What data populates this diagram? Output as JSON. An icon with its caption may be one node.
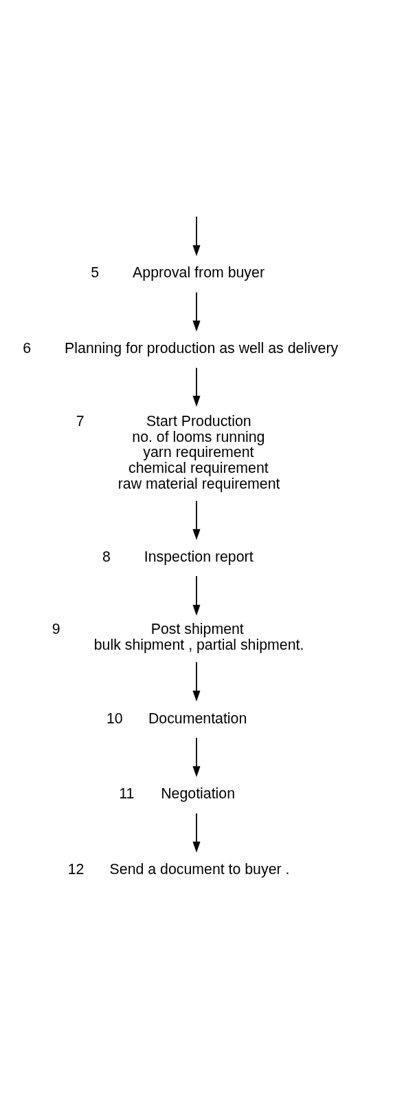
{
  "diagram": {
    "nodes": [
      {
        "text": [
          "Approval from buyer"
        ],
        "beside": [
          "5"
        ]
      },
      {
        "text": [
          "Planning for production as well as delivery"
        ],
        "beside": [
          "6"
        ]
      },
      {
        "text": [
          "Start Production",
          "no. of looms running",
          "yarn requirement",
          "chemical requirement",
          "raw material requirement"
        ],
        "beside": [
          "7"
        ]
      },
      {
        "text": [
          "Inspection report"
        ],
        "beside": [
          "8"
        ]
      },
      {
        "text": [
          "Post shipment",
          "bulk shipment , partial shipment."
        ],
        "beside": [
          "9"
        ]
      },
      {
        "text": [
          "Documentation"
        ],
        "beside": [
          "10"
        ]
      },
      {
        "text": [
          "Negotiation"
        ],
        "beside": [
          "11"
        ]
      },
      {
        "text": [
          "Send a document to buyer ."
        ],
        "beside": [
          "12"
        ]
      }
    ],
    "edges": [
      {
        "from": null,
        "to": 0,
        "arrow": "to"
      },
      {
        "from": 0,
        "to": 1,
        "arrow": "to"
      },
      {
        "from": 1,
        "to": 2,
        "arrow": "to"
      },
      {
        "from": 2,
        "to": 3,
        "arrow": "to"
      },
      {
        "from": 3,
        "to": 4,
        "arrow": "to"
      },
      {
        "from": 4,
        "to": 5,
        "arrow": "to"
      },
      {
        "from": 5,
        "to": 6,
        "arrow": "to"
      },
      {
        "from": 6,
        "to": 7,
        "arrow": "to"
      }
    ]
  }
}
